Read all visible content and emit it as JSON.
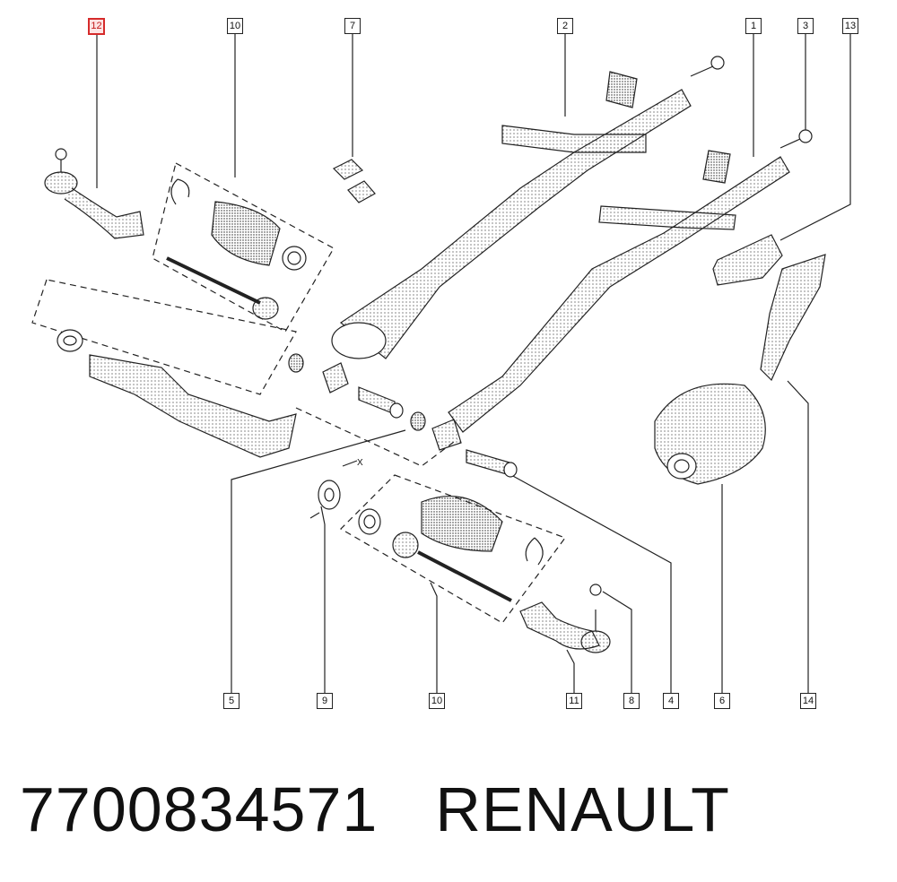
{
  "diagram": {
    "callouts": [
      {
        "id": "12",
        "highlighted": true
      },
      {
        "id": "10",
        "highlighted": false
      },
      {
        "id": "7",
        "highlighted": false
      },
      {
        "id": "2",
        "highlighted": false
      },
      {
        "id": "1",
        "highlighted": false
      },
      {
        "id": "3",
        "highlighted": false
      },
      {
        "id": "13",
        "highlighted": false
      },
      {
        "id": "5",
        "highlighted": false
      },
      {
        "id": "9",
        "highlighted": false
      },
      {
        "id": "10",
        "highlighted": false
      },
      {
        "id": "11",
        "highlighted": false
      },
      {
        "id": "8",
        "highlighted": false
      },
      {
        "id": "4",
        "highlighted": false
      },
      {
        "id": "6",
        "highlighted": false
      },
      {
        "id": "14",
        "highlighted": false
      }
    ],
    "axis_mark": "X",
    "highlight_color": "#d62b2b"
  },
  "footer": {
    "part_number": "7700834571",
    "brand": "RENAULT"
  }
}
